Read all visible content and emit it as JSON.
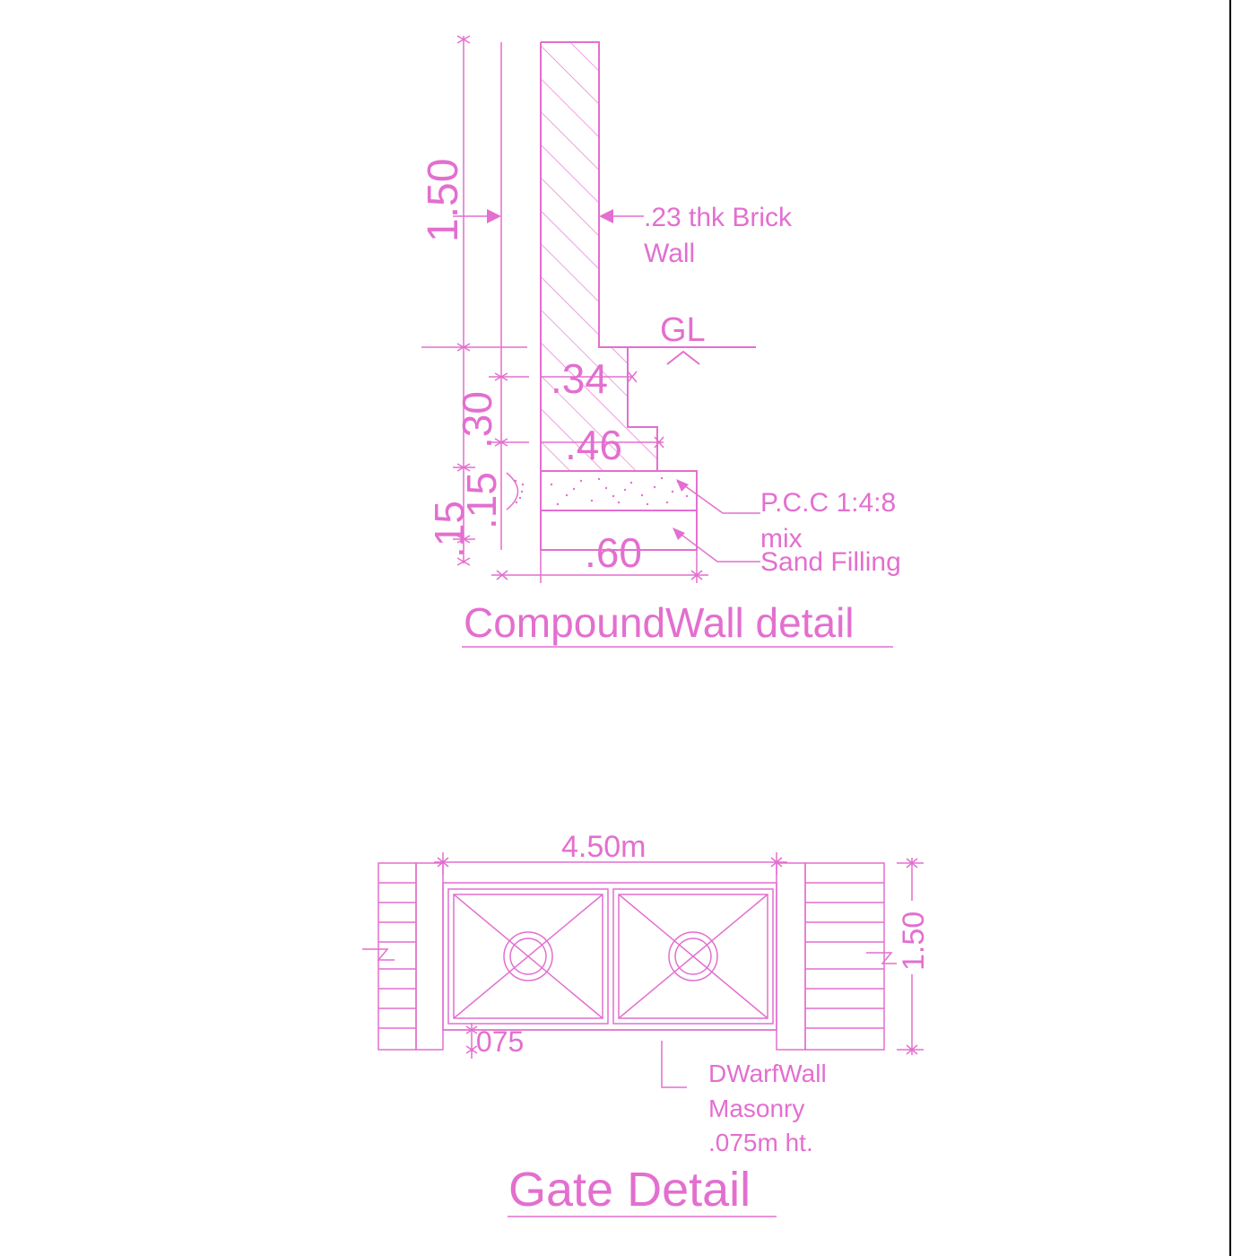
{
  "colors": {
    "ink": "#e36fcf",
    "border": "#000000",
    "background": "#ffffff"
  },
  "compound_wall": {
    "title": "CompoundWall detail",
    "dim_height": "1.50",
    "dim_30": ".30",
    "dim_15_upper": ".15",
    "dim_15_lower": ".15",
    "step_34": ".34",
    "step_46": ".46",
    "base_width": ".60",
    "gl_label": "GL",
    "brick_wall_label_line1": ".23 thk Brick",
    "brick_wall_label_line2": "Wall",
    "pcc_label_line1": "P.C.C 1:4:8",
    "pcc_label_line2": "mix",
    "sand_label": "Sand Filling"
  },
  "gate": {
    "title": "Gate Detail",
    "width_dim": "4.50m",
    "height_dim": "1.50",
    "dwarf_dim": ".075",
    "dwarf_label_line1": "DWarfWall",
    "dwarf_label_line2": "Masonry",
    "dwarf_label_line3": ".075m ht."
  }
}
